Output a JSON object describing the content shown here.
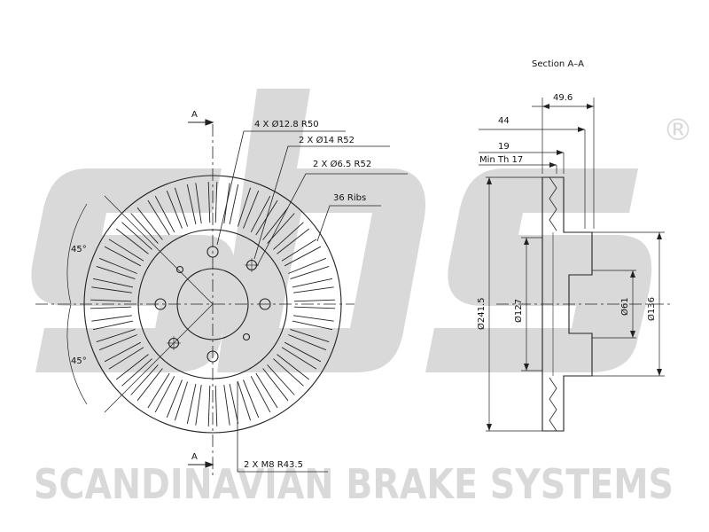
{
  "watermark": {
    "logo_text": "sbs",
    "registered_mark": "®",
    "company_name": "SCANDINAVIAN BRAKE SYSTEMS",
    "color": "#d9d9d9"
  },
  "front_view": {
    "section_marker_top": "A",
    "section_marker_bottom": "A",
    "angle_upper": "45°",
    "angle_lower": "45°",
    "callouts": {
      "bolt_holes": "4 X Ø12.8 R50",
      "holes_14": "2 X Ø14 R52",
      "holes_6_5": "2 X Ø6.5 R52",
      "ribs": "36 Ribs",
      "threads": "2 X M8 R43.5"
    }
  },
  "section_view": {
    "title": "Section A–A",
    "dims": {
      "thickness_overall": "49.6",
      "offset": "44",
      "disc_thickness": "19",
      "min_thickness": "Min Th  17",
      "outer_diameter": "Ø241.5",
      "inner_diameter": "Ø127",
      "center_bore": "Ø61",
      "hat_diameter": "Ø136"
    }
  },
  "colors": {
    "line": "#222222",
    "watermark": "#d9d9d9"
  }
}
